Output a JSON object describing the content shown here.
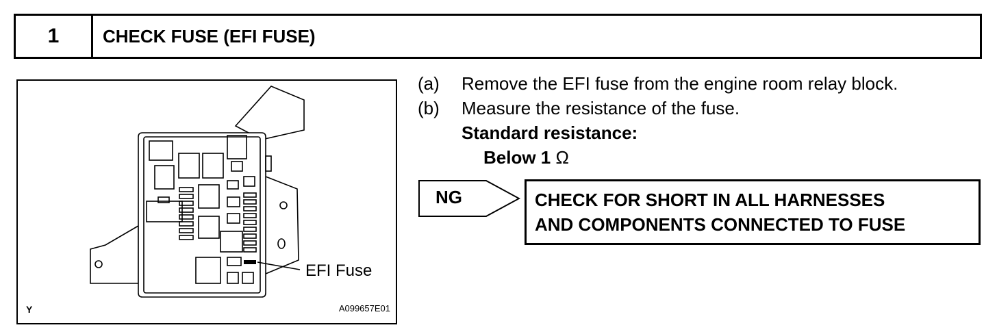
{
  "step": {
    "number": "1",
    "title": "CHECK FUSE (EFI FUSE)"
  },
  "figure": {
    "corner_mark": "Y",
    "efi_label": "EFI Fuse",
    "code": "A099657E01"
  },
  "instructions": [
    {
      "letter": "(a)",
      "text": "Remove the EFI fuse from the engine room relay block."
    },
    {
      "letter": "(b)",
      "text": "Measure the resistance of the fuse."
    }
  ],
  "standard": {
    "label": "Standard resistance:",
    "value": "Below 1",
    "unit": "Ω"
  },
  "result": {
    "ng_label": "NG",
    "line1": "CHECK FOR SHORT IN ALL HARNESSES",
    "line2": "AND COMPONENTS CONNECTED TO FUSE"
  }
}
